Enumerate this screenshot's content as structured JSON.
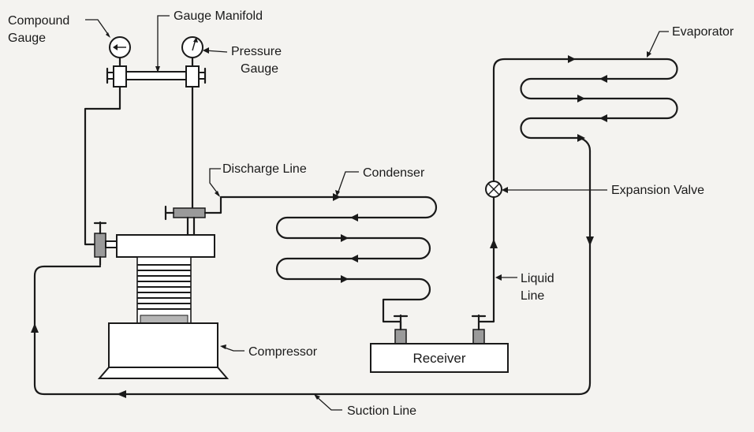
{
  "labels": {
    "compound_gauge": [
      "Compound",
      "Gauge"
    ],
    "gauge_manifold": "Gauge Manifold",
    "pressure_gauge": [
      "Pressure",
      "Gauge"
    ],
    "discharge_line": "Discharge Line",
    "condenser": "Condenser",
    "evaporator": "Evaporator",
    "expansion_valve": "Expansion Valve",
    "liquid_line": [
      "Liquid",
      "Line"
    ],
    "compressor": "Compressor",
    "receiver": "Receiver",
    "suction_line": "Suction Line"
  },
  "colors": {
    "ink": "#1a1a1a",
    "paper": "#f4f3f0",
    "component_fill": "#ffffff",
    "valve_body": "#9a9a9a"
  }
}
